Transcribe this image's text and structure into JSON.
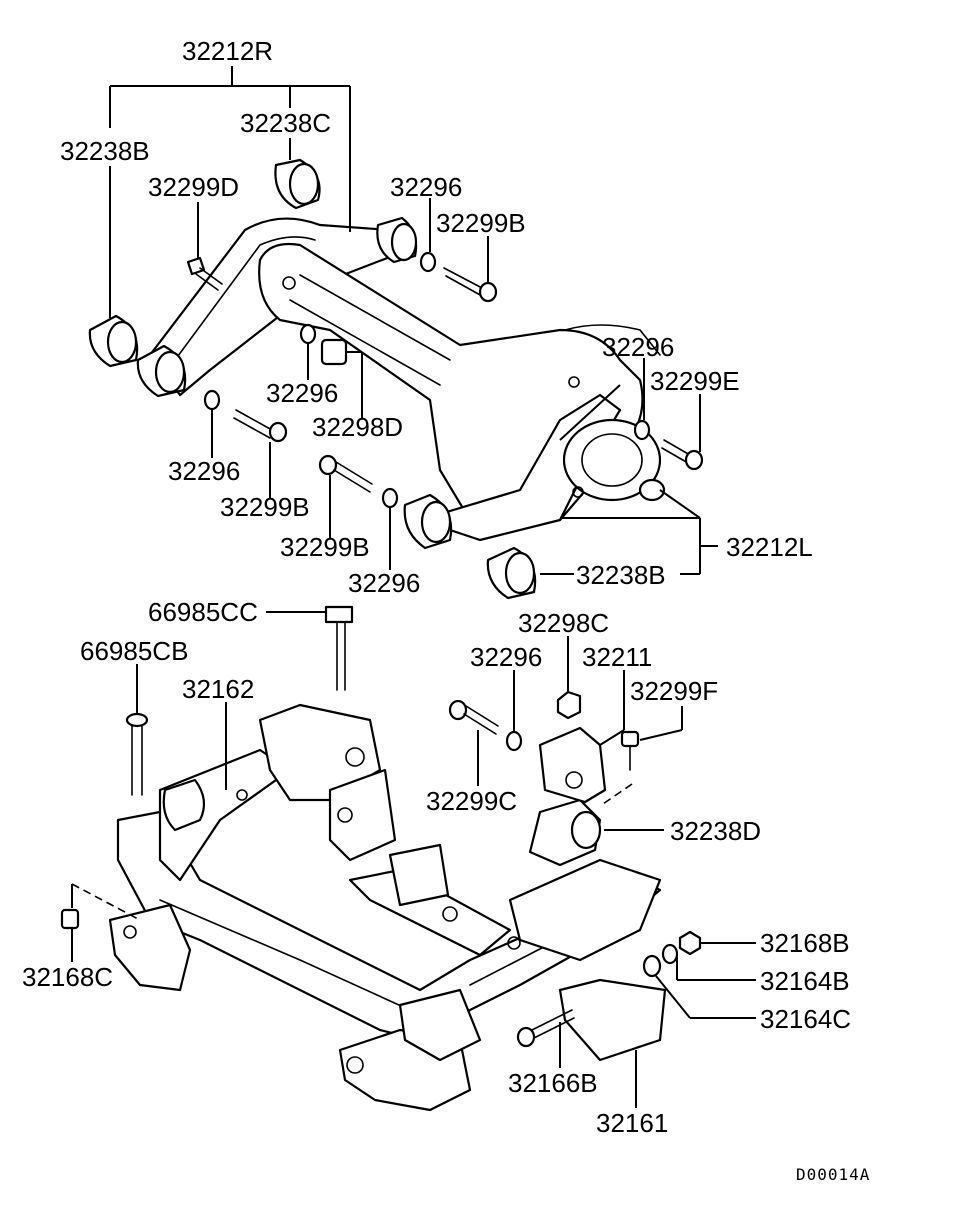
{
  "labels": {
    "p32212R": "32212R",
    "p32238C": "32238C",
    "p32238B_top": "32238B",
    "p32299D": "32299D",
    "p32296_a": "32296",
    "p32299B_a": "32299B",
    "p32296_b": "32296",
    "p32298D": "32298D",
    "p32296_c": "32296",
    "p32299B_b": "32299B",
    "p32299B_c": "32299B",
    "p32296_d": "32296",
    "p32296_e": "32296",
    "p32299E": "32299E",
    "p32212L": "32212L",
    "p32238B_bottom": "32238B",
    "p66985CC": "66985CC",
    "p66985CB": "66985CB",
    "p32162": "32162",
    "p32298C": "32298C",
    "p32296_f": "32296",
    "p32211": "32211",
    "p32299F": "32299F",
    "p32299C": "32299C",
    "p32238D": "32238D",
    "p32168B": "32168B",
    "p32164B": "32164B",
    "p32164C": "32164C",
    "p32168C": "32168C",
    "p32166B": "32166B",
    "p32161": "32161"
  },
  "diagram_ref": "D00014A",
  "colors": {
    "line": "#000000",
    "background": "#ffffff"
  }
}
